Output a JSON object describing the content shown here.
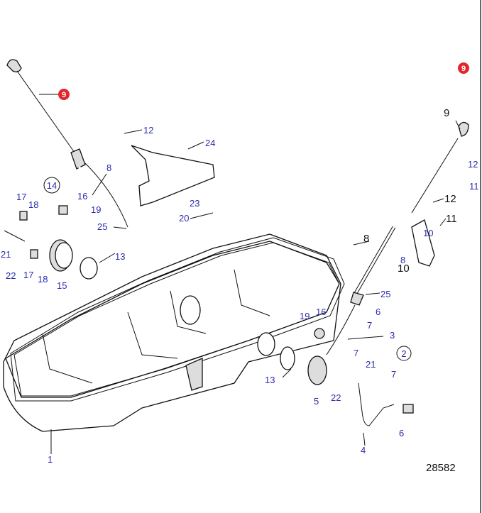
{
  "diagram": {
    "title_number": "28582",
    "accent_color": "#e3262b",
    "label_color": "#2b2bb0",
    "labels": [
      "9",
      "9",
      "12",
      "24",
      "8",
      "14",
      "17",
      "18",
      "16",
      "19",
      "25",
      "23",
      "20",
      "13",
      "21",
      "22",
      "17",
      "18",
      "15",
      "9",
      "12",
      "11",
      "12",
      "11",
      "10",
      "8",
      "10",
      "8",
      "25",
      "6",
      "16",
      "19",
      "7",
      "3",
      "2",
      "7",
      "21",
      "7",
      "13",
      "22",
      "5",
      "6",
      "4",
      "1"
    ]
  }
}
